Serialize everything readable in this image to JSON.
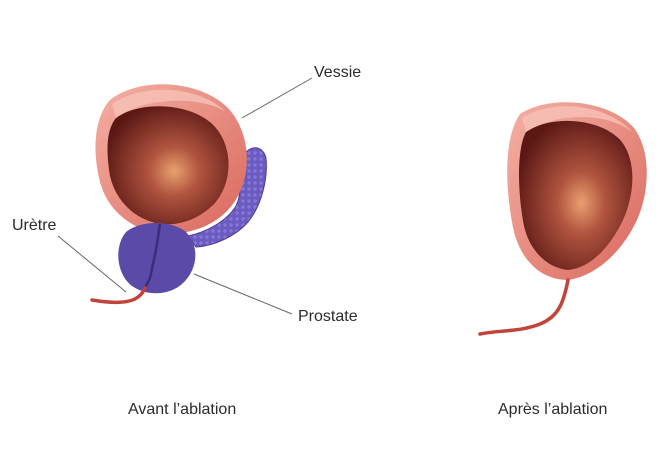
{
  "labels": {
    "bladder": "Vessie",
    "urethra": "Urètre",
    "prostate": "Prostate"
  },
  "captions": {
    "before": "Avant l’ablation",
    "after": "Après l’ablation"
  },
  "colors": {
    "bladder_outer": "#e7867b",
    "bladder_rim": "#f2a59a",
    "bladder_inner": "#6b1e1a",
    "bladder_glow": "#e9a06e",
    "prostate": "#5c4aa8",
    "seminal_vesicle": "#6a5bc0",
    "urethra": "#c2433a",
    "leader_line": "#555555"
  }
}
